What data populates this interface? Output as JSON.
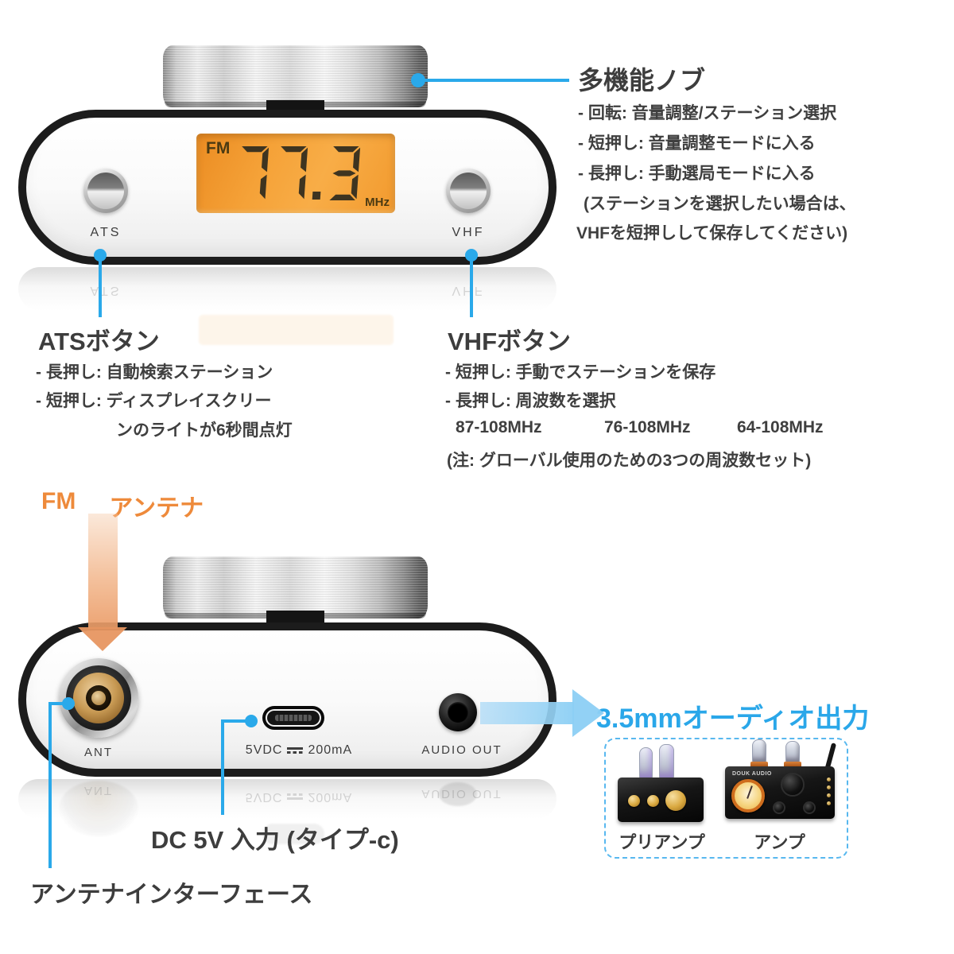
{
  "colors": {
    "callout_blue": "#2aa9ea",
    "audio_arrow_blue": "#8ccff4",
    "heading_blue": "#2aa7e9",
    "antenna_orange": "#ee8a3b",
    "lcd_orange": "#f5a238",
    "text_dark": "#3d3d3d"
  },
  "front_view": {
    "display": {
      "band": "FM",
      "frequency": "77.3",
      "unit": "MHz"
    },
    "left_button_label": "ATS",
    "right_button_label": "VHF"
  },
  "knob_note": {
    "title": "多機能ノブ",
    "lines": [
      "- 回転: 音量調整/ステーション選択",
      "- 短押し: 音量調整モードに入る",
      "- 長押し: 手動選局モードに入る",
      "(ステーションを選択したい場合は、",
      "VHFを短押しして保存してください)"
    ]
  },
  "ats_note": {
    "title": "ATSボタン",
    "lines": [
      "- 長押し: 自動検索ステーション",
      "- 短押し: ディスプレイスクリー",
      "ンのライトが6秒間点灯"
    ]
  },
  "vhf_note": {
    "title": "VHFボタン",
    "lines": [
      "- 短押し: 手動でステーションを保存",
      "- 長押し: 周波数を選択"
    ],
    "frequencies": [
      "87-108MHz",
      "76-108MHz",
      "64-108MHz"
    ],
    "note": "(注: グローバル使用のための3つの周波数セット)"
  },
  "fm_antenna": {
    "part1": "FM",
    "part2": "アンテナ"
  },
  "rear_view": {
    "ant_label": "ANT",
    "power_left": "5VDC",
    "power_right": "200mA",
    "audio_label": "AUDIO OUT"
  },
  "audio_note": {
    "title": "3.5mmオーディオ出力",
    "preamp_label": "プリアンプ",
    "amp_label": "アンプ",
    "amp_brand": "DOUK AUDIO"
  },
  "dc_note": "DC 5V 入力 (タイプ-c)",
  "antenna_note": "アンテナインターフェース"
}
